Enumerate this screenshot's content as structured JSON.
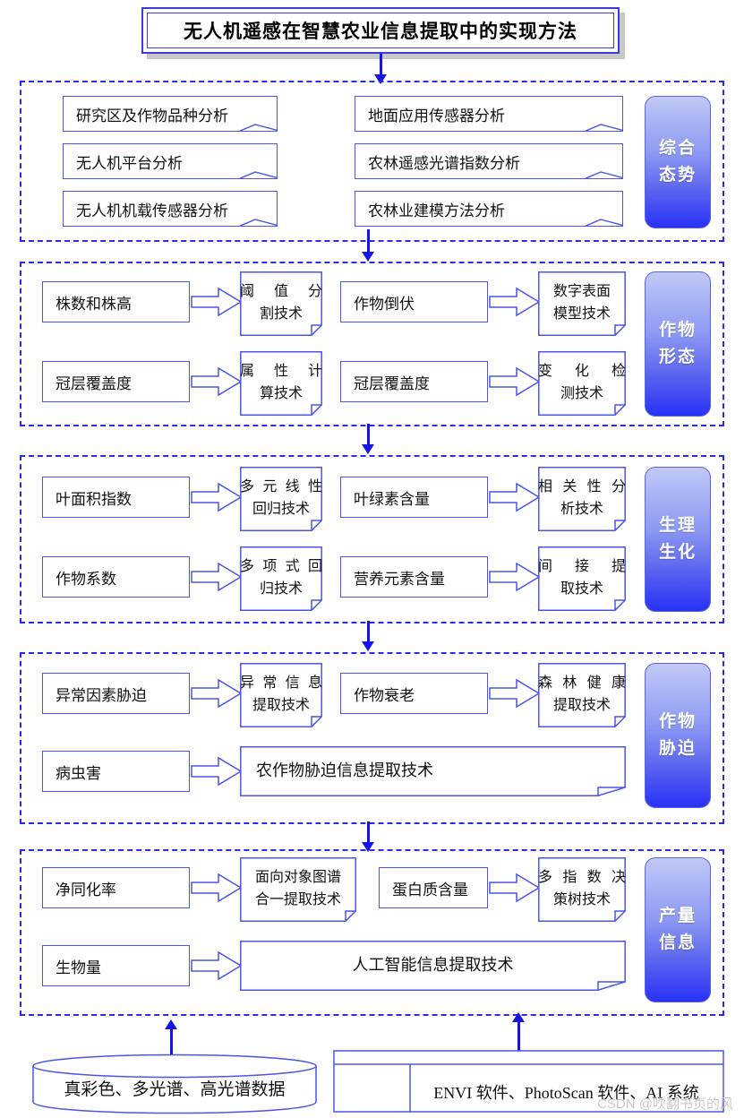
{
  "title": "无人机遥感在智慧农业信息提取中的实现方法",
  "colors": {
    "band_border": "#2a2ae8",
    "box_border": "#4a55e8",
    "connector": "#1414e6",
    "tab_gradient_top": "#c2c9f7",
    "tab_gradient_bottom": "#2832f7",
    "title_shadow": "#c8c8c8"
  },
  "sections": [
    {
      "tab": "综合\n态势",
      "tab_lines": [
        "综合",
        "态势"
      ],
      "left_items": [
        "研究区及作物品种分析",
        "无人机平台分析",
        "无人机机载传感器分析"
      ],
      "right_items": [
        "地面应用传感器分析",
        "农林遥感光谱指数分析",
        "农林业建模方法分析"
      ]
    },
    {
      "tab_lines": [
        "作物",
        "形态"
      ],
      "rows": [
        {
          "source": "株数和株高",
          "tech_lines": [
            "阈值分",
            "割技术"
          ]
        },
        {
          "source": "冠层覆盖度",
          "tech_lines": [
            "属性计",
            "算技术"
          ]
        }
      ],
      "rows_right": [
        {
          "source": "作物倒伏",
          "tech_lines": [
            "数字表面",
            "模型技术"
          ]
        },
        {
          "source": "冠层覆盖度",
          "tech_lines": [
            "变化检",
            "测技术"
          ]
        }
      ]
    },
    {
      "tab_lines": [
        "生理",
        "生化"
      ],
      "rows": [
        {
          "source": "叶面积指数",
          "tech_lines": [
            "多元线性",
            "回归技术"
          ]
        },
        {
          "source": "作物系数",
          "tech_lines": [
            "多项式回",
            "归技术"
          ]
        }
      ],
      "rows_right": [
        {
          "source": "叶绿素含量",
          "tech_lines": [
            "相关性分",
            "析技术"
          ]
        },
        {
          "source": "营养元素含量",
          "tech_lines": [
            "间接提",
            "取技术"
          ]
        }
      ]
    },
    {
      "tab_lines": [
        "作物",
        "胁迫"
      ],
      "rows": [
        {
          "source": "异常因素胁迫",
          "tech_lines": [
            "异常信息",
            "提取技术"
          ]
        },
        {
          "source": "病虫害",
          "tech_lines": [
            "农作物胁迫信息提取技术"
          ],
          "wide": true
        }
      ],
      "rows_right": [
        {
          "source": "作物衰老",
          "tech_lines": [
            "森林健康",
            "提取技术"
          ]
        }
      ]
    },
    {
      "tab_lines": [
        "产量",
        "信息"
      ],
      "rows": [
        {
          "source": "净同化率",
          "tech_lines": [
            "面向对象图谱",
            "合一提取技术"
          ]
        },
        {
          "source": "生物量",
          "tech_lines": [
            "人工智能信息提取技术"
          ],
          "wide": true
        }
      ],
      "rows_right": [
        {
          "source": "蛋白质含量",
          "tech_lines": [
            "多指数决",
            "策树技术"
          ]
        }
      ]
    }
  ],
  "bottom": {
    "data_store": "真彩色、多光谱、高光谱数据",
    "software": "ENVI 软件、PhotoScan 软件、AI 系统"
  },
  "watermark": "CSDN @吹翻书页的风"
}
